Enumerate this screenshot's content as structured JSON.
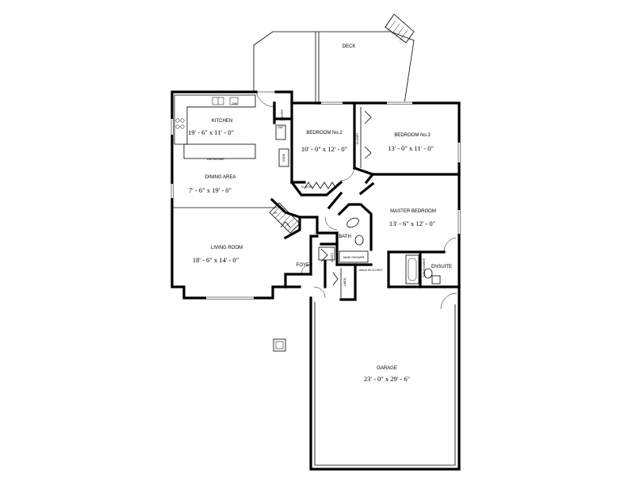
{
  "rooms": {
    "deck": "DECK",
    "kitchen": {
      "name": "KITCHEN",
      "size": "19' - 6\" x 11' - 0\""
    },
    "dining": {
      "name": "DINING AREA",
      "size": "7' - 6\" x 19' - 0\""
    },
    "living": {
      "name": "LIVING ROOM",
      "size": "18' - 6\" x 14' - 0\""
    },
    "bedroom2": {
      "name": "BEDROOM No.2",
      "size": "10' - 0\" x 12' - 0\""
    },
    "bedroom3": {
      "name": "BEDROOM No.3",
      "size": "13' - 0\" x 11' - 0\""
    },
    "master": {
      "name": "MASTER BEDROOM",
      "size": "13' - 6\" x 12' - 0\""
    },
    "garage": {
      "name": "GARAGE",
      "size": "23' - 0\" x 29' - 6\""
    },
    "bath": "BATH",
    "ensuite": "ENSUITE",
    "foyer": "FOYER"
  },
  "fixtures": {
    "pantry": "PANTRY",
    "fridge": "REF",
    "cook": "COOK",
    "dishwasher": "DW",
    "eating_bar": "EATING BAR",
    "closet_b2": "CLOSET",
    "closet_b3": "CLOSET",
    "shower": "38x36 SHOWER",
    "walk_in": "WALK IN CLOSET",
    "linen": "LINEN",
    "coats": "COATS",
    "clothes": "CLOTHES",
    "tub": "TUB/SHOWER",
    "stair": "UP"
  }
}
